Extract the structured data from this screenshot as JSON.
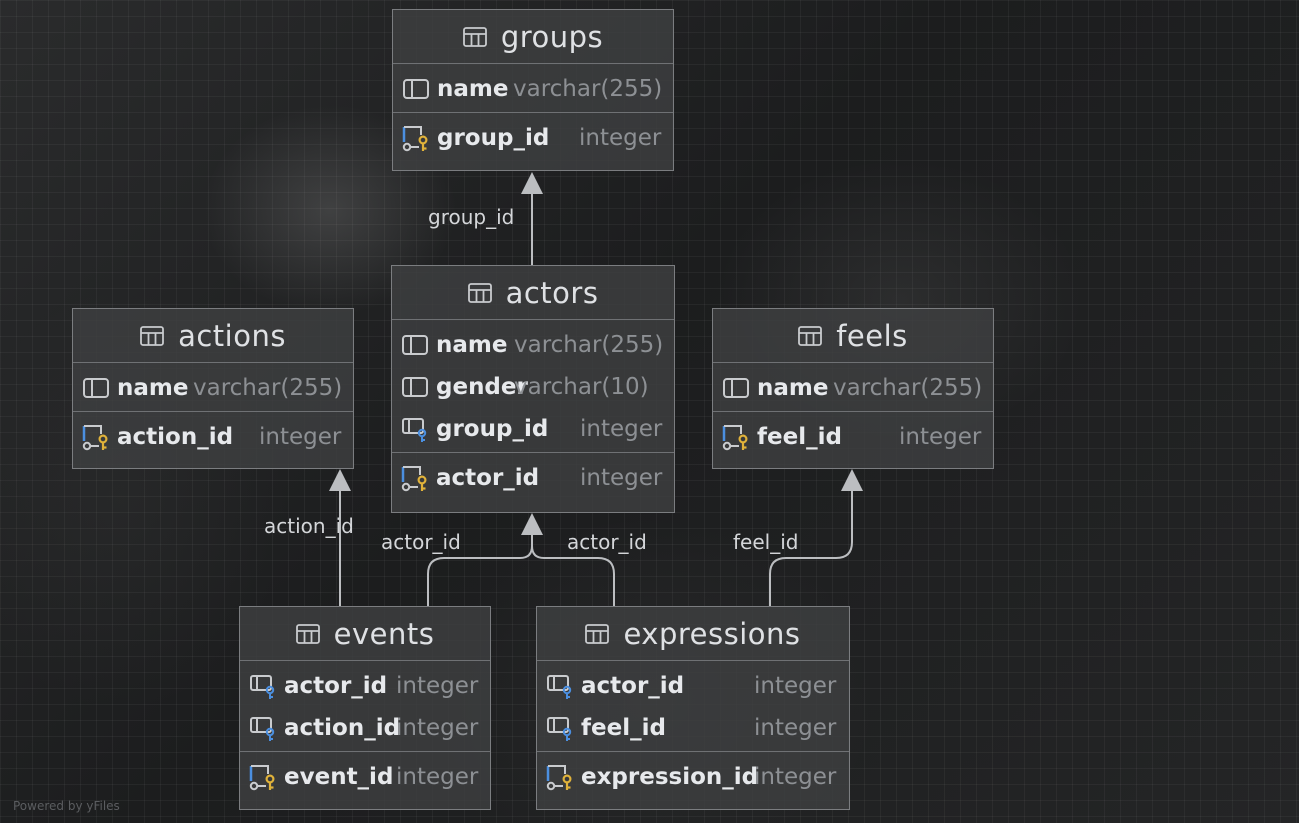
{
  "powered_by": "Powered by yFiles",
  "colors": {
    "edge": "#bcbec1",
    "key_icon": "#e0b23a",
    "fk_icon": "#4b8fe0",
    "column_name": "#e7e9ec",
    "column_type": "#8d9094"
  },
  "tables": {
    "groups": {
      "title": "groups",
      "columns": [
        {
          "name": "name",
          "type": "varchar(255)",
          "icon": "column-icon"
        },
        {
          "name": "group_id",
          "type": "integer",
          "icon": "primary-key-icon"
        }
      ]
    },
    "actors": {
      "title": "actors",
      "columns": [
        {
          "name": "name",
          "type": "varchar(255)",
          "icon": "column-icon"
        },
        {
          "name": "gender",
          "type": "varchar(10)",
          "icon": "column-icon"
        },
        {
          "name": "group_id",
          "type": "integer",
          "icon": "foreign-key-icon"
        },
        {
          "name": "actor_id",
          "type": "integer",
          "icon": "primary-key-icon"
        }
      ]
    },
    "actions": {
      "title": "actions",
      "columns": [
        {
          "name": "name",
          "type": "varchar(255)",
          "icon": "column-icon"
        },
        {
          "name": "action_id",
          "type": "integer",
          "icon": "primary-key-icon"
        }
      ]
    },
    "feels": {
      "title": "feels",
      "columns": [
        {
          "name": "name",
          "type": "varchar(255)",
          "icon": "column-icon"
        },
        {
          "name": "feel_id",
          "type": "integer",
          "icon": "primary-key-icon"
        }
      ]
    },
    "events": {
      "title": "events",
      "columns": [
        {
          "name": "actor_id",
          "type": "integer",
          "icon": "foreign-key-icon"
        },
        {
          "name": "action_id",
          "type": "integer",
          "icon": "foreign-key-icon"
        },
        {
          "name": "event_id",
          "type": "integer",
          "icon": "primary-key-icon"
        }
      ]
    },
    "expressions": {
      "title": "expressions",
      "columns": [
        {
          "name": "actor_id",
          "type": "integer",
          "icon": "foreign-key-icon"
        },
        {
          "name": "feel_id",
          "type": "integer",
          "icon": "foreign-key-icon"
        },
        {
          "name": "expression_id",
          "type": "integer",
          "icon": "primary-key-icon"
        }
      ]
    }
  },
  "relations": [
    {
      "from": "actors",
      "to": "groups",
      "label": "group_id"
    },
    {
      "from": "events",
      "to": "actions",
      "label": "action_id"
    },
    {
      "from": "events",
      "to": "actors",
      "label": "actor_id"
    },
    {
      "from": "expressions",
      "to": "actors",
      "label": "actor_id"
    },
    {
      "from": "expressions",
      "to": "feels",
      "label": "feel_id"
    }
  ]
}
